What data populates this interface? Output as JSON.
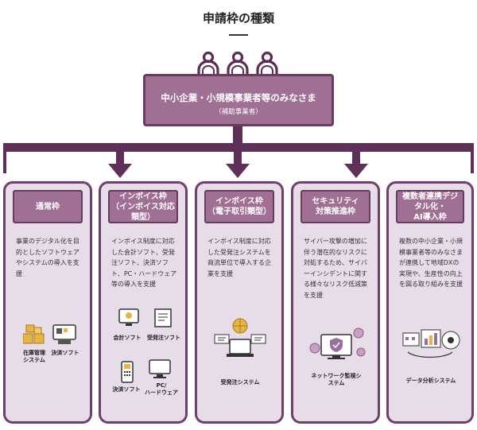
{
  "title": "申請枠の種類",
  "top": {
    "main": "中小企業・小規模事業者等のみなさま",
    "sub": "（補助事業者）"
  },
  "cards": [
    {
      "title": "通常枠",
      "desc": "事業のデジタル化を目的としたソフトウェアやシステムの導入を支援",
      "icons": [
        {
          "name": "inventory-icon",
          "label": "在庫管理\nシステム"
        },
        {
          "name": "pos-register-icon",
          "label": "決済ソフト"
        }
      ]
    },
    {
      "title": "インボイス枠\n（インボイス対応類型）",
      "desc": "インボイス制度に対応した会計ソフト、受発注ソフト、決済ソフト、PC・ハードウェア等の導入を支援",
      "icons": [
        {
          "name": "accounting-software-icon",
          "label": "会計ソフト"
        },
        {
          "name": "order-software-icon",
          "label": "受発注ソフト"
        },
        {
          "name": "payment-terminal-icon",
          "label": "決済ソフト"
        },
        {
          "name": "pc-hardware-icon",
          "label": "PC/\nハードウェア"
        }
      ]
    },
    {
      "title": "インボイス枠\n（電子取引類型）",
      "desc": "インボイス制度に対応した受発注システムを商流単位で導入する企業を支援",
      "icons": [
        {
          "name": "order-system-icon",
          "label": "受発注システム"
        }
      ]
    },
    {
      "title": "セキュリティ\n対策推進枠",
      "desc": "サイバー攻撃の増加に伴う潜在的なリスクに対処するため、サイバーインシデントに関する様々なリスク低減策を支援",
      "icons": [
        {
          "name": "network-monitor-icon",
          "label": "ネットワーク監視シ\nステム"
        }
      ]
    },
    {
      "title": "複数者連携デジタル化・\nAI導入枠",
      "desc": "複数の中小企業・小規模事業者等のみなさまが連携して地域DXの実現や、生産性の向上を図る取り組みを支援",
      "icons": [
        {
          "name": "data-analysis-icon",
          "label": "データ分析システム"
        }
      ]
    }
  ],
  "colors": {
    "primary": "#a06f94",
    "dark": "#71406a",
    "card_bg": "#e6dde9"
  }
}
